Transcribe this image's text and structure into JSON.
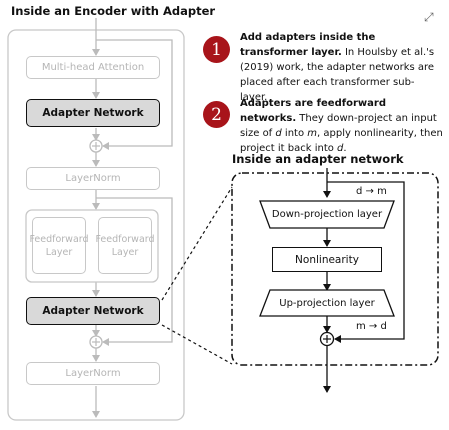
{
  "left_title": "Inside an Encoder with Adapter",
  "encoder": {
    "attention": "Multi-head Attention",
    "adapter_top": "Adapter Network",
    "layernorm_1": "LayerNorm",
    "ff_left_1": "Feedforward",
    "ff_left_2": "Layer",
    "ff_right_1": "Feedforward",
    "ff_right_2": "Layer",
    "adapter_bottom": "Adapter Network",
    "layernorm_2": "LayerNorm"
  },
  "points": [
    {
      "number": "1",
      "bold": "Add adapters inside the transformer layer.",
      "text": " In Houlsby et al.'s (2019) work, the adapter networks are placed after each transformer sub-layer."
    },
    {
      "number": "2",
      "bold": "Adapters are feedforward networks.",
      "text_a": " They down-project an input size of ",
      "var_d": "d",
      "text_b": " into ",
      "var_m": "m",
      "text_c": ", apply nonlinearity, then project it back into ",
      "var_d2": "d",
      "text_d": "."
    }
  ],
  "right_title": "Inside an adapter network",
  "adapter": {
    "down_dim": "d → m",
    "down": "Down-projection layer",
    "nonlinear": "Nonlinearity",
    "up": "Up-projection layer",
    "up_dim": "m → d"
  },
  "icons": {
    "plus": "+",
    "expand": "⤢"
  },
  "colors": {
    "marker": "#a8141a",
    "adapter_fill": "#d9d9d9",
    "ghost": "#c8c8c8"
  }
}
